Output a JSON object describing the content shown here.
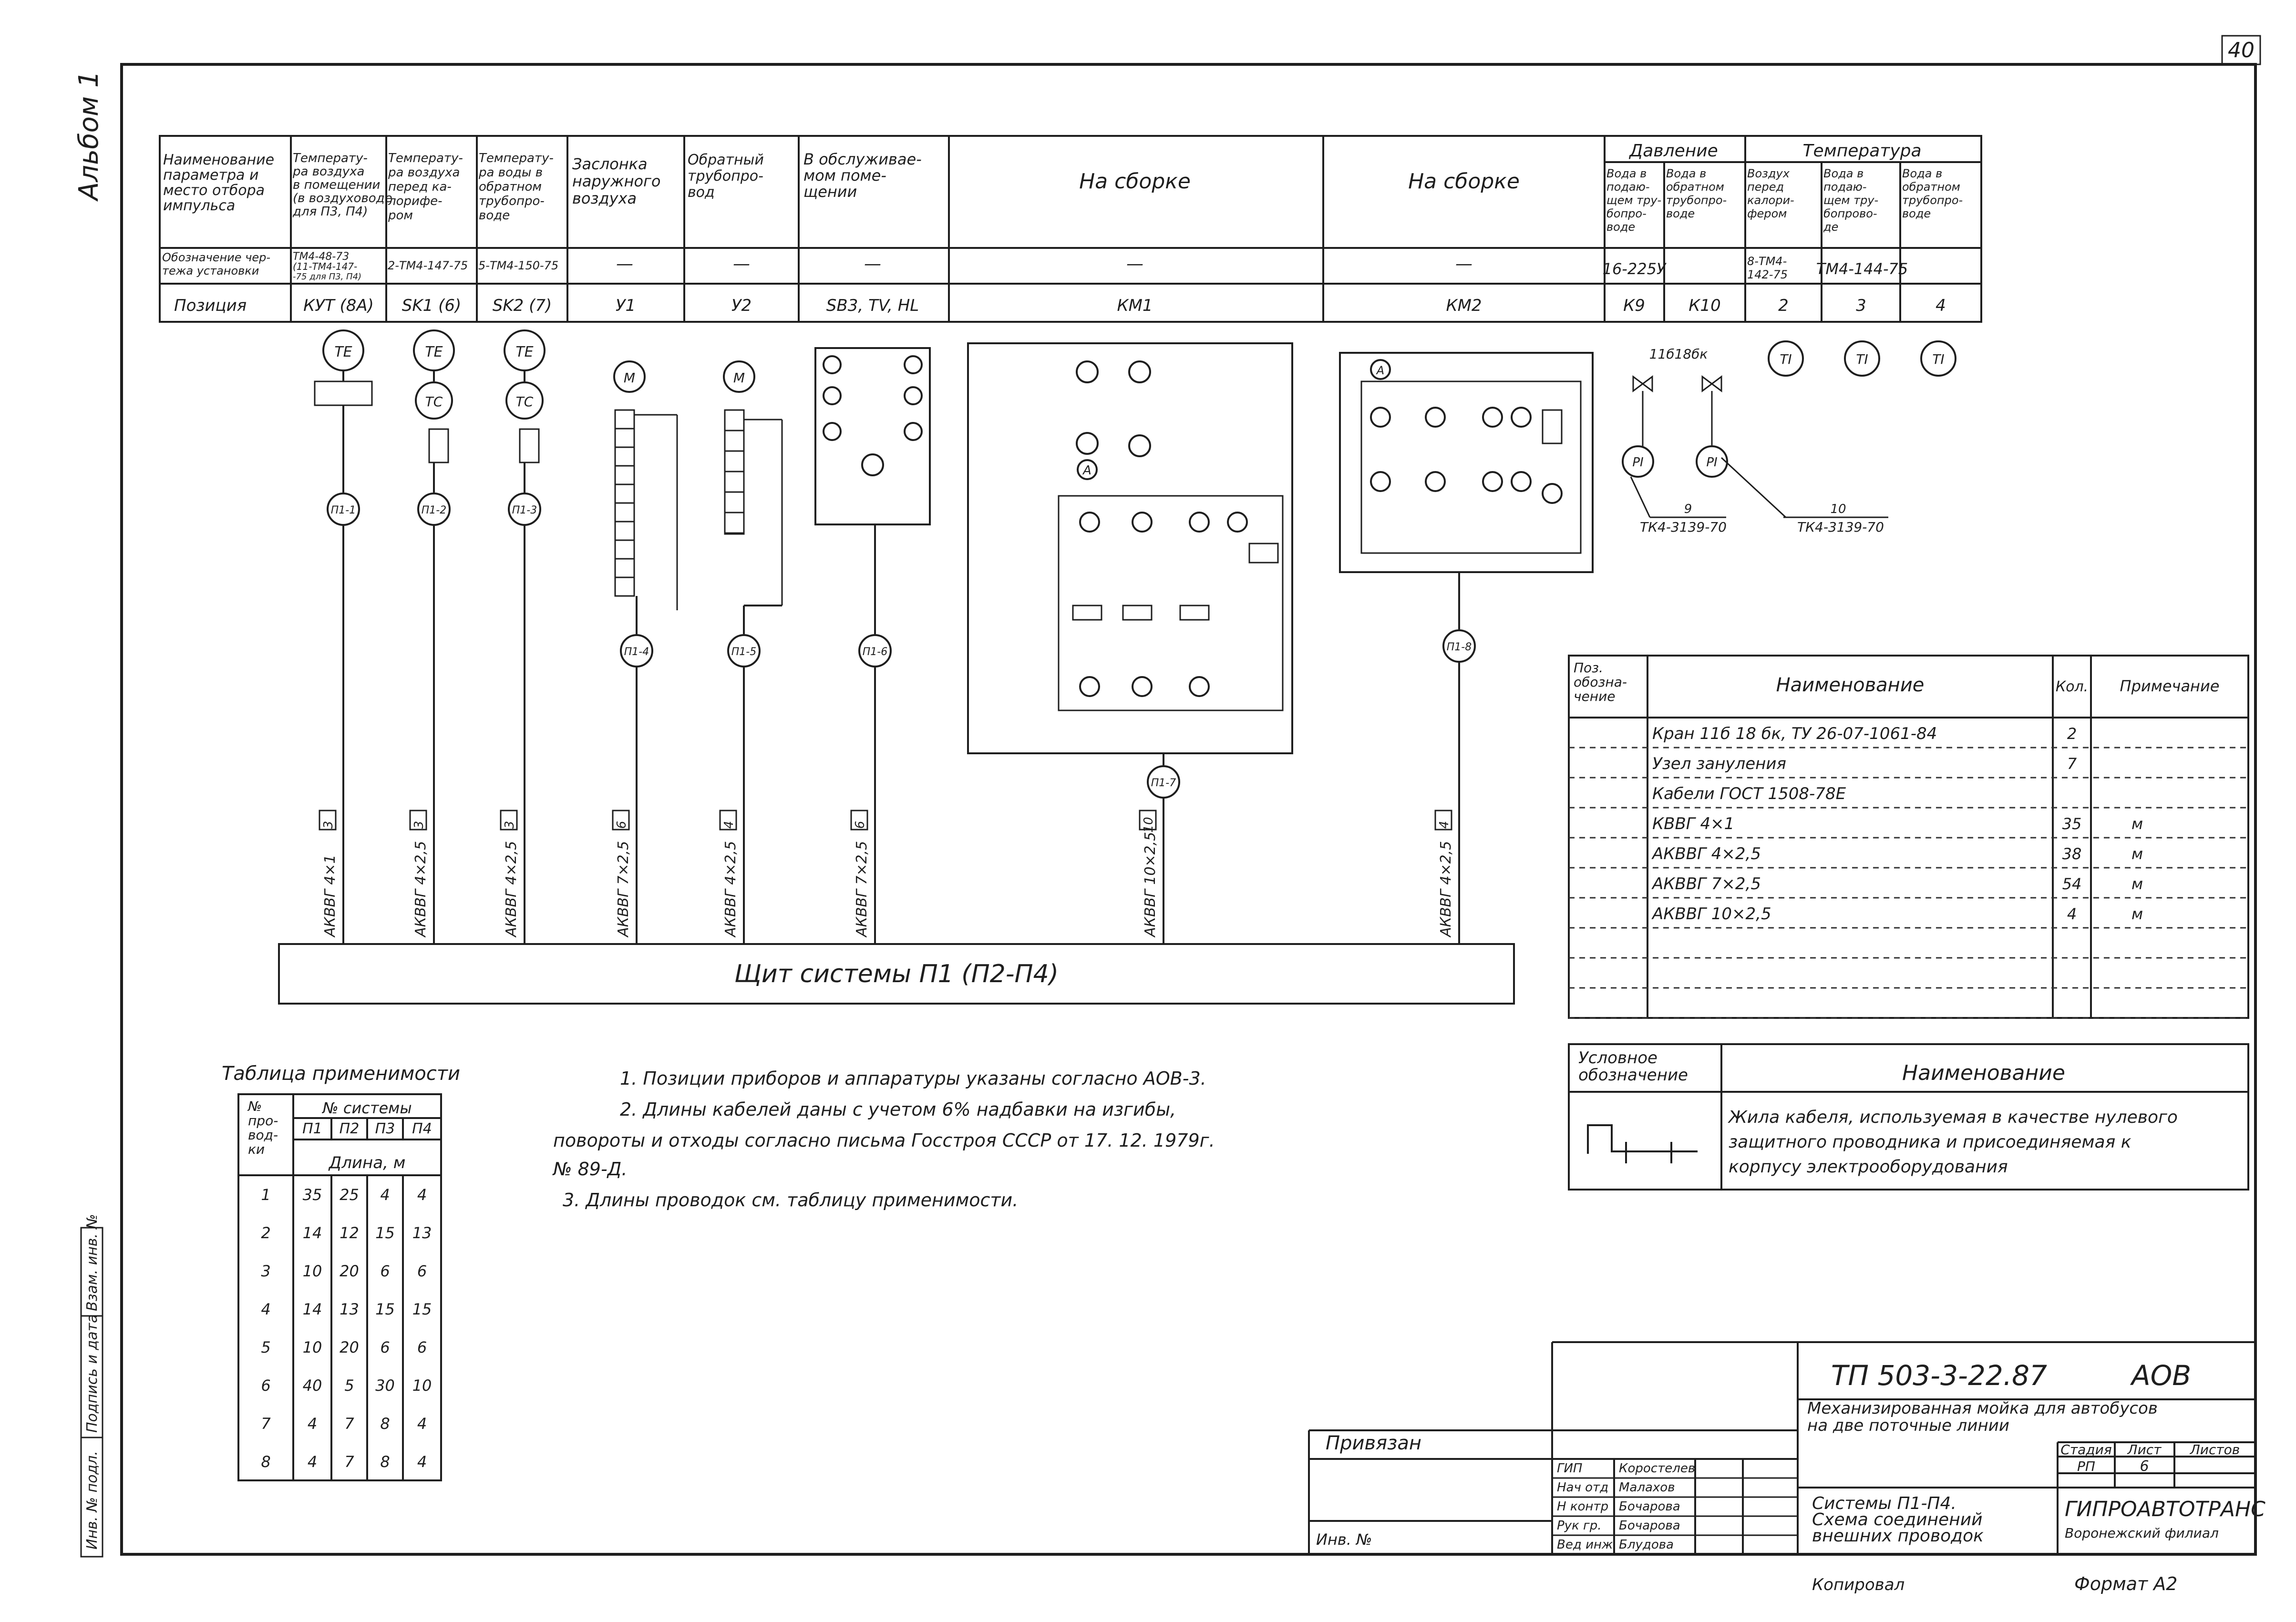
{
  "sheet": {
    "page_number": "40",
    "album": "Альбом 1",
    "format": "Формат А2",
    "copied": "Копировал"
  },
  "header": {
    "col_name": [
      "Наименование",
      "параметра и",
      "место отбора",
      "импульса"
    ],
    "col_t_air": [
      "Температу-",
      "ра воздуха",
      "в помещении",
      "(в воздуховоде",
      "для П3, П4)"
    ],
    "col_t_air_heat": [
      "Температу-",
      "ра воздуха",
      "перед ка-",
      "лорифе-",
      "ром"
    ],
    "col_t_water": [
      "Температу-",
      "ра воды в",
      "обратном",
      "трубопро-",
      "воде"
    ],
    "col_damper": [
      "Заслонка",
      "наружного",
      "воздуха"
    ],
    "col_return": [
      "Обратный",
      "трубопро-",
      "вод"
    ],
    "col_room": [
      "В обслуживае-",
      "мом поме-",
      "щении"
    ],
    "col_assembly1": "На сборке",
    "col_assembly2": "На сборке",
    "pressure": "Давление",
    "temperature": "Температура",
    "p_supply": [
      "Вода в",
      "подаю-",
      "щем тру-",
      "бопро-",
      "воде"
    ],
    "p_return": [
      "Вода в",
      "обратном",
      "трубопро-",
      "воде"
    ],
    "t_air": [
      "Воздух",
      "перед",
      "калори-",
      "фером"
    ],
    "t_supply": [
      "Вода в",
      "подаю-",
      "щем тру-",
      "бопрово-",
      "де"
    ],
    "t_return": [
      "Вода в",
      "обратном",
      "трубопро-",
      "воде"
    ],
    "row_drawing": [
      "Обозначение чер-",
      "тежа установки"
    ],
    "row_position": "Позиция",
    "drawings": [
      "ТМ4-48-73",
      "(11-ТМ4-147-",
      "-75 для П3, П4)",
      "2-ТМ4-147-75",
      "5-ТМ4-150-75",
      "—",
      "—",
      "—",
      "—",
      "—",
      "16-225У",
      "8-ТМ4-",
      "142-75",
      "ТМ4-144-75"
    ],
    "positions": [
      "КУТ (8А)",
      "SK1 (6)",
      "SK2 (7)",
      "У1",
      "У2",
      "SB3, TV, HL",
      "КМ1",
      "КМ2",
      "К9",
      "К10",
      "2",
      "3",
      "4"
    ]
  },
  "instruments": {
    "TE": "TE",
    "TC": "TC",
    "M": "M",
    "A": "A",
    "TI": "TI",
    "PI": "PI",
    "crane_label": "11б18бк",
    "tk_label1": "ТК4-3139-70",
    "tk_label2": "ТК4-3139-70",
    "n9": "9",
    "n10": "10",
    "junctions": [
      "П1-1",
      "П1-2",
      "П1-3",
      "П1-4",
      "П1-5",
      "П1-6",
      "П1-7",
      "П1-8"
    ]
  },
  "cables": [
    "АКВВГ 4×1",
    "АКВВГ 4×2,5",
    "АКВВГ 4×2,5",
    "АКВВГ 7×2,5",
    "АКВВГ 4×2,5",
    "АКВВГ 7×2,5",
    "АКВВГ 10×2,5",
    "АКВВГ 4×2,5"
  ],
  "cable_counts": [
    "3",
    "3",
    "3",
    "6",
    "4",
    "6",
    "10",
    "4"
  ],
  "panel_label": "Щит системы П1 (П2-П4)",
  "spec": {
    "h_pos": [
      "Поз.",
      "обозна-",
      "чение"
    ],
    "h_name": "Наименование",
    "h_qty": "Кол.",
    "h_note": "Примечание",
    "rows": [
      {
        "name": "Кран 11б 18 бк, ТУ 26-07-1061-84",
        "qty": "2",
        "note": ""
      },
      {
        "name": "Узел зануления",
        "qty": "7",
        "note": ""
      },
      {
        "name": "Кабели ГОСТ 1508-78Е",
        "qty": "",
        "note": ""
      },
      {
        "name": "КВВГ 4×1",
        "qty": "35",
        "note": "м"
      },
      {
        "name": "АКВВГ 4×2,5",
        "qty": "38",
        "note": "м"
      },
      {
        "name": "АКВВГ 7×2,5",
        "qty": "54",
        "note": "м"
      },
      {
        "name": "АКВВГ 10×2,5",
        "qty": "4",
        "note": "м"
      }
    ]
  },
  "legend": {
    "h_symbol": [
      "Условное",
      "обозначение"
    ],
    "h_name": "Наименование",
    "text": [
      "Жила кабеля, используемая в качестве нулевого",
      "защитного проводника и присоединяемая к",
      "корпусу электрооборудования"
    ]
  },
  "notes": [
    "1. Позиции приборов и аппаратуры указаны согласно АОВ-3.",
    "2. Длины кабелей даны с учетом 6% надбавки на изгибы,",
    "повороты и отходы согласно письма Госстроя СССР от 17. 12. 1979г.",
    "№ 89-Д.",
    "3. Длины проводок см. таблицу применимости."
  ],
  "applicability": {
    "title": "Таблица применимости",
    "h_no": [
      "№",
      "про-",
      "вод-",
      "ки"
    ],
    "h_system": "№ системы",
    "systems": [
      "П1",
      "П2",
      "П3",
      "П4"
    ],
    "h_length": "Длина, м",
    "rows": [
      [
        "1",
        "35",
        "25",
        "4",
        "4"
      ],
      [
        "2",
        "14",
        "12",
        "15",
        "13"
      ],
      [
        "3",
        "10",
        "20",
        "6",
        "6"
      ],
      [
        "4",
        "14",
        "13",
        "15",
        "15"
      ],
      [
        "5",
        "10",
        "20",
        "6",
        "6"
      ],
      [
        "6",
        "40",
        "5",
        "30",
        "10"
      ],
      [
        "7",
        "4",
        "7",
        "8",
        "4"
      ],
      [
        "8",
        "4",
        "7",
        "8",
        "4"
      ]
    ]
  },
  "title_block": {
    "code": "ТП 503-3-22.87",
    "section": "АОВ",
    "project": [
      "Механизированная мойка для автобусов",
      "на две поточные линии"
    ],
    "sheet_title": [
      "Системы П1-П4.",
      "Схема соединений",
      "внешних проводок"
    ],
    "stage_h": "Стадия",
    "sheet_h": "Лист",
    "sheets_h": "Листов",
    "stage": "РП",
    "sheet": "6",
    "org": "ГИПРОАВТОТРАНС",
    "branch": "Воронежский филиал",
    "privyazan": "Привязан",
    "inv": "Инв. №",
    "roles": [
      "ГИП",
      "Нач отд",
      "Н контр",
      "Рук гр.",
      "Вед инж"
    ],
    "names": [
      "Коростелев",
      "Малахов",
      "Бочарова",
      "Бочарова",
      "Блудова"
    ]
  },
  "side_stamp": [
    "Инв. № подл.",
    "Подпись и дата",
    "Взам. инв. №"
  ]
}
